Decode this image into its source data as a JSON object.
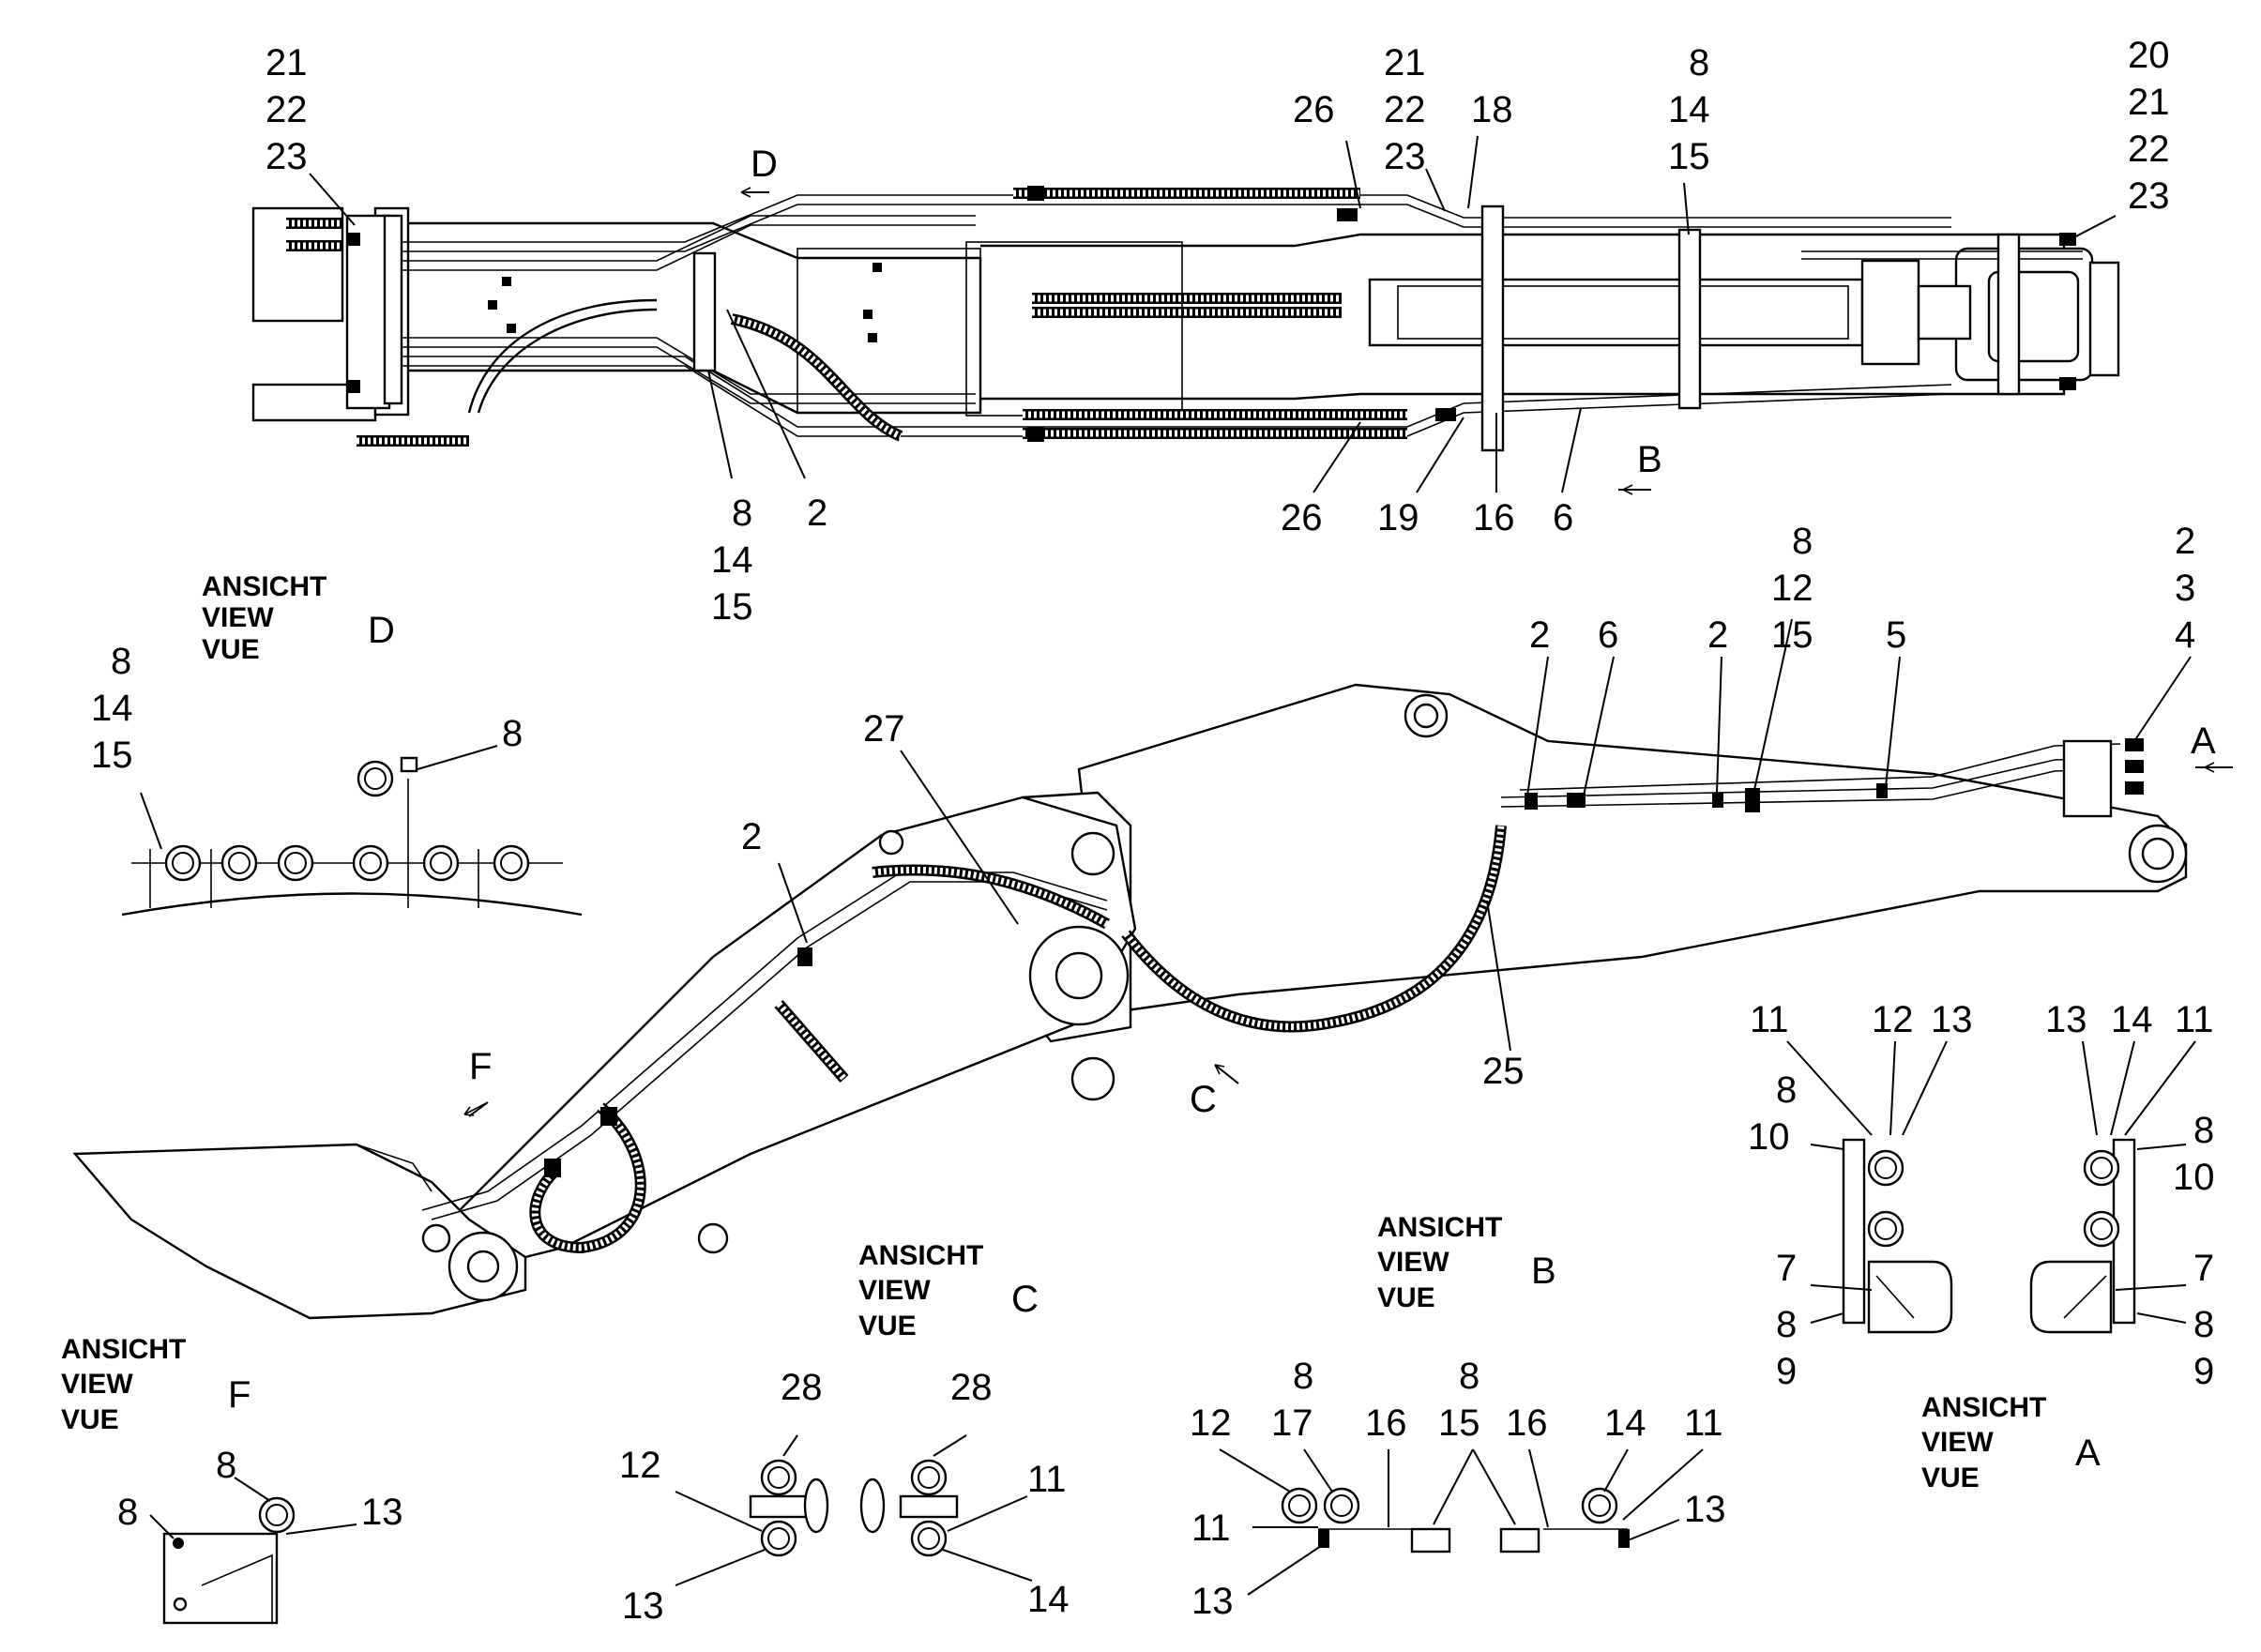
{
  "top_view": {
    "labels_left_top": [
      "21",
      "22",
      "23"
    ],
    "label_d_arrow": "D",
    "labels_mid_top": [
      "21",
      "22",
      "23"
    ],
    "label_18": "18",
    "label_26_top": "26",
    "labels_8_14_15_top": [
      "8",
      "14",
      "15"
    ],
    "labels_right_top": [
      "20",
      "21",
      "22",
      "23"
    ],
    "labels_bottom_left": [
      "8",
      "14",
      "15"
    ],
    "label_2_bottom": "2",
    "label_26_bottom": "26",
    "label_19": "19",
    "label_16": "16",
    "label_6": "6",
    "label_b_arrow": "B"
  },
  "side_view": {
    "labels_8_12_15": [
      "8",
      "12",
      "15"
    ],
    "labels_2_3_4": [
      "2",
      "3",
      "4"
    ],
    "label_2_a": "2",
    "label_6": "6",
    "label_2_b": "2",
    "label_5": "5",
    "label_a_arrow": "A",
    "label_27": "27",
    "label_2_c": "2",
    "label_25": "25",
    "label_c_arrow": "C",
    "label_f_arrow": "F"
  },
  "view_d": {
    "title_lines": [
      "ANSICHT",
      "VIEW",
      "VUE"
    ],
    "letter": "D",
    "labels_left": [
      "8",
      "14",
      "15"
    ],
    "label_8": "8"
  },
  "view_a_left": {
    "labels_top": [
      "11",
      "12",
      "13"
    ],
    "labels_8_10": [
      "8",
      "10"
    ],
    "label_7": "7",
    "labels_8_9": [
      "8",
      "9"
    ]
  },
  "view_a_right": {
    "labels_top": [
      "13",
      "14",
      "11"
    ],
    "labels_8_10": [
      "8",
      "10"
    ],
    "label_7": "7",
    "labels_8_9": [
      "8",
      "9"
    ]
  },
  "view_a": {
    "title_lines": [
      "ANSICHT",
      "VIEW",
      "VUE"
    ],
    "letter": "A"
  },
  "view_b": {
    "title_lines": [
      "ANSICHT",
      "VIEW",
      "VUE"
    ],
    "letter": "B",
    "label_8a": "8",
    "label_12": "12",
    "label_17": "17",
    "label_16a": "16",
    "label_8b": "8",
    "label_15": "15",
    "label_16b": "16",
    "label_14": "14",
    "label_11a": "11",
    "label_11b": "11",
    "label_13a": "13",
    "label_13b": "13"
  },
  "view_c": {
    "title_lines": [
      "ANSICHT",
      "VIEW",
      "VUE"
    ],
    "letter": "C",
    "label_28a": "28",
    "label_28b": "28",
    "label_12": "12",
    "label_11": "11",
    "label_13": "13",
    "label_14": "14"
  },
  "view_f": {
    "title_lines": [
      "ANSICHT",
      "VIEW",
      "VUE"
    ],
    "letter": "F",
    "label_8a": "8",
    "label_8b": "8",
    "label_13": "13"
  }
}
